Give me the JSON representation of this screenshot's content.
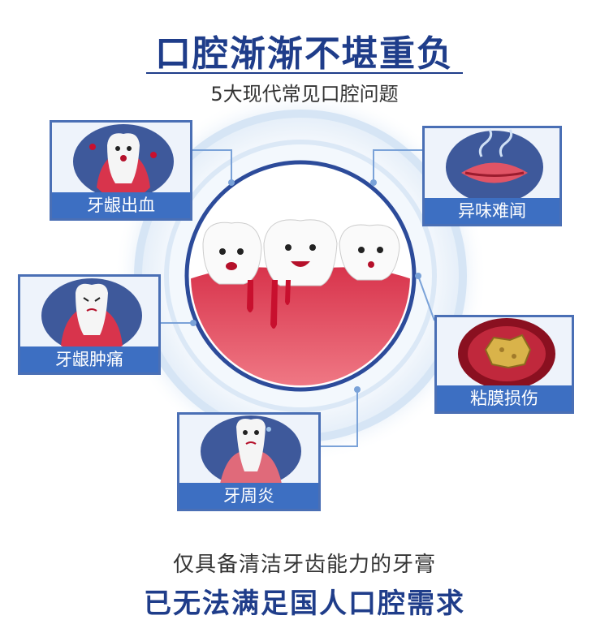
{
  "header": {
    "title": "口腔渐渐不堪重负",
    "subtitle": "5大现代常见口腔问题"
  },
  "problems": [
    {
      "label": "牙龈出血",
      "icon": "bleeding-gum-icon"
    },
    {
      "label": "异味难闻",
      "icon": "bad-breath-icon"
    },
    {
      "label": "牙龈肿痛",
      "icon": "swollen-gum-icon"
    },
    {
      "label": "粘膜损伤",
      "icon": "mucosa-injury-icon"
    },
    {
      "label": "牙周炎",
      "icon": "periodontitis-icon"
    }
  ],
  "footer": {
    "line1": "仅具备清洁牙齿能力的牙膏",
    "line2": "已无法满足国人口腔需求"
  },
  "colors": {
    "primary": "#1f3d8a",
    "label_bg": "#3d6fc2",
    "gum": "#e15466",
    "blood": "#c8102e"
  }
}
